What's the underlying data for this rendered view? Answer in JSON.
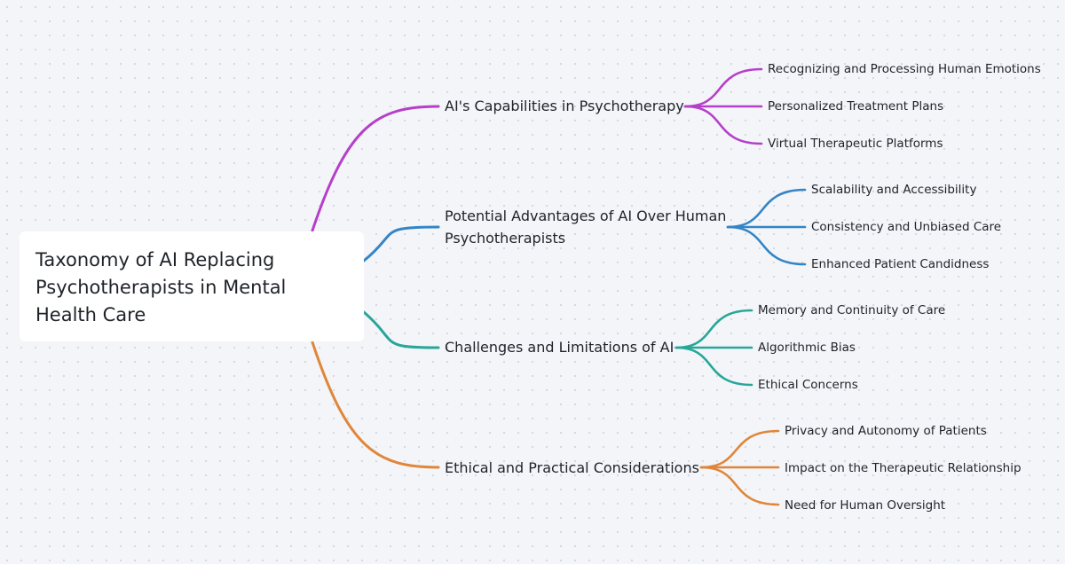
{
  "root": {
    "label": "Taxonomy of AI Replacing Psychotherapists in Mental Health Care"
  },
  "branches": [
    {
      "label": "AI's Capabilities in Psychotherapy",
      "color": "#b63fc9",
      "children": [
        "Recognizing and Processing Human Emotions",
        "Personalized Treatment Plans",
        "Virtual Therapeutic Platforms"
      ]
    },
    {
      "label": "Potential Advantages of AI Over Human Psychotherapists",
      "color": "#3385c6",
      "children": [
        "Scalability and Accessibility",
        "Consistency and Unbiased Care",
        "Enhanced Patient Candidness"
      ]
    },
    {
      "label": "Challenges and Limitations of AI",
      "color": "#27a69a",
      "children": [
        "Memory and Continuity of Care",
        "Algorithmic Bias",
        "Ethical Concerns"
      ]
    },
    {
      "label": "Ethical and Practical Considerations",
      "color": "#e0863a",
      "children": [
        "Privacy and Autonomy of Patients",
        "Impact on the Therapeutic Relationship",
        "Need for Human Oversight"
      ]
    }
  ]
}
